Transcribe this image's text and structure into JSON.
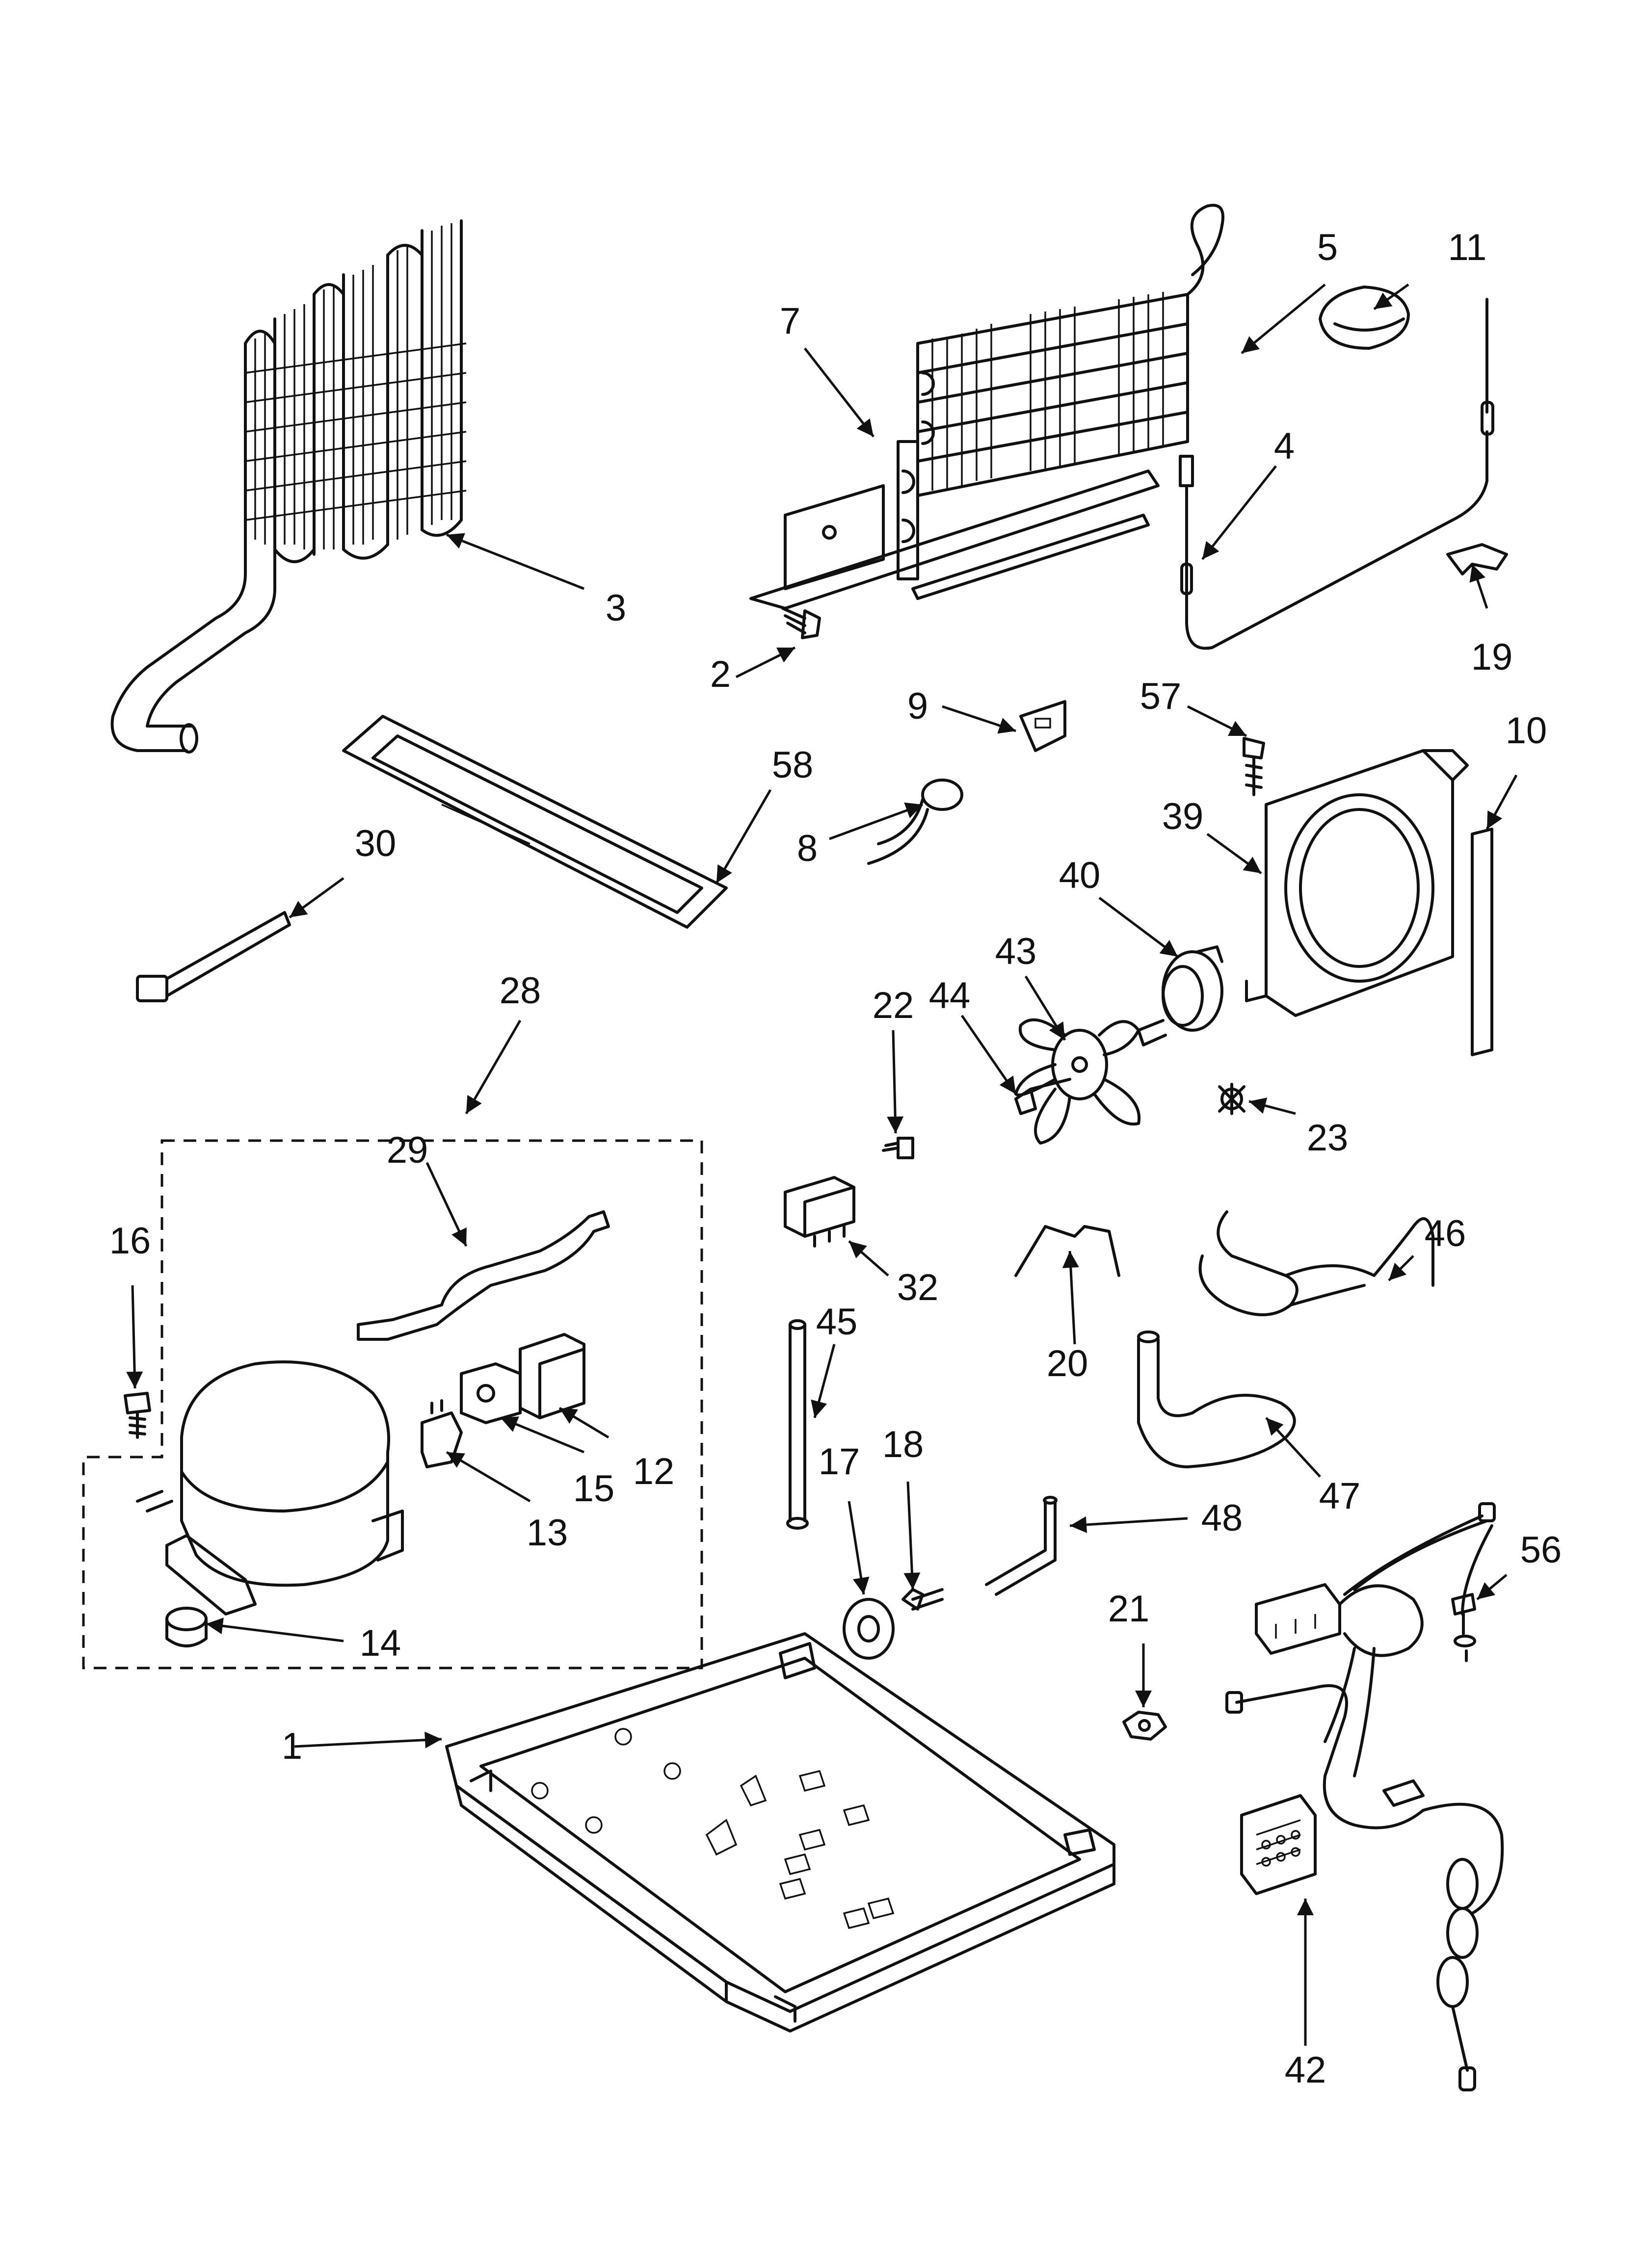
{
  "callouts": {
    "c1": "1",
    "c2": "2",
    "c3": "3",
    "c4": "4",
    "c5": "5",
    "c7": "7",
    "c8": "8",
    "c9": "9",
    "c10": "10",
    "c11": "11",
    "c12": "12",
    "c13": "13",
    "c14": "14",
    "c15": "15",
    "c16": "16",
    "c17": "17",
    "c18": "18",
    "c19": "19",
    "c20": "20",
    "c21": "21",
    "c22": "22",
    "c23": "23",
    "c28": "28",
    "c29": "29",
    "c30": "30",
    "c32": "32",
    "c39": "39",
    "c40": "40",
    "c42": "42",
    "c43": "43",
    "c44": "44",
    "c45": "45",
    "c46": "46",
    "c47": "47",
    "c48": "48",
    "c56": "56",
    "c57": "57",
    "c58": "58"
  }
}
